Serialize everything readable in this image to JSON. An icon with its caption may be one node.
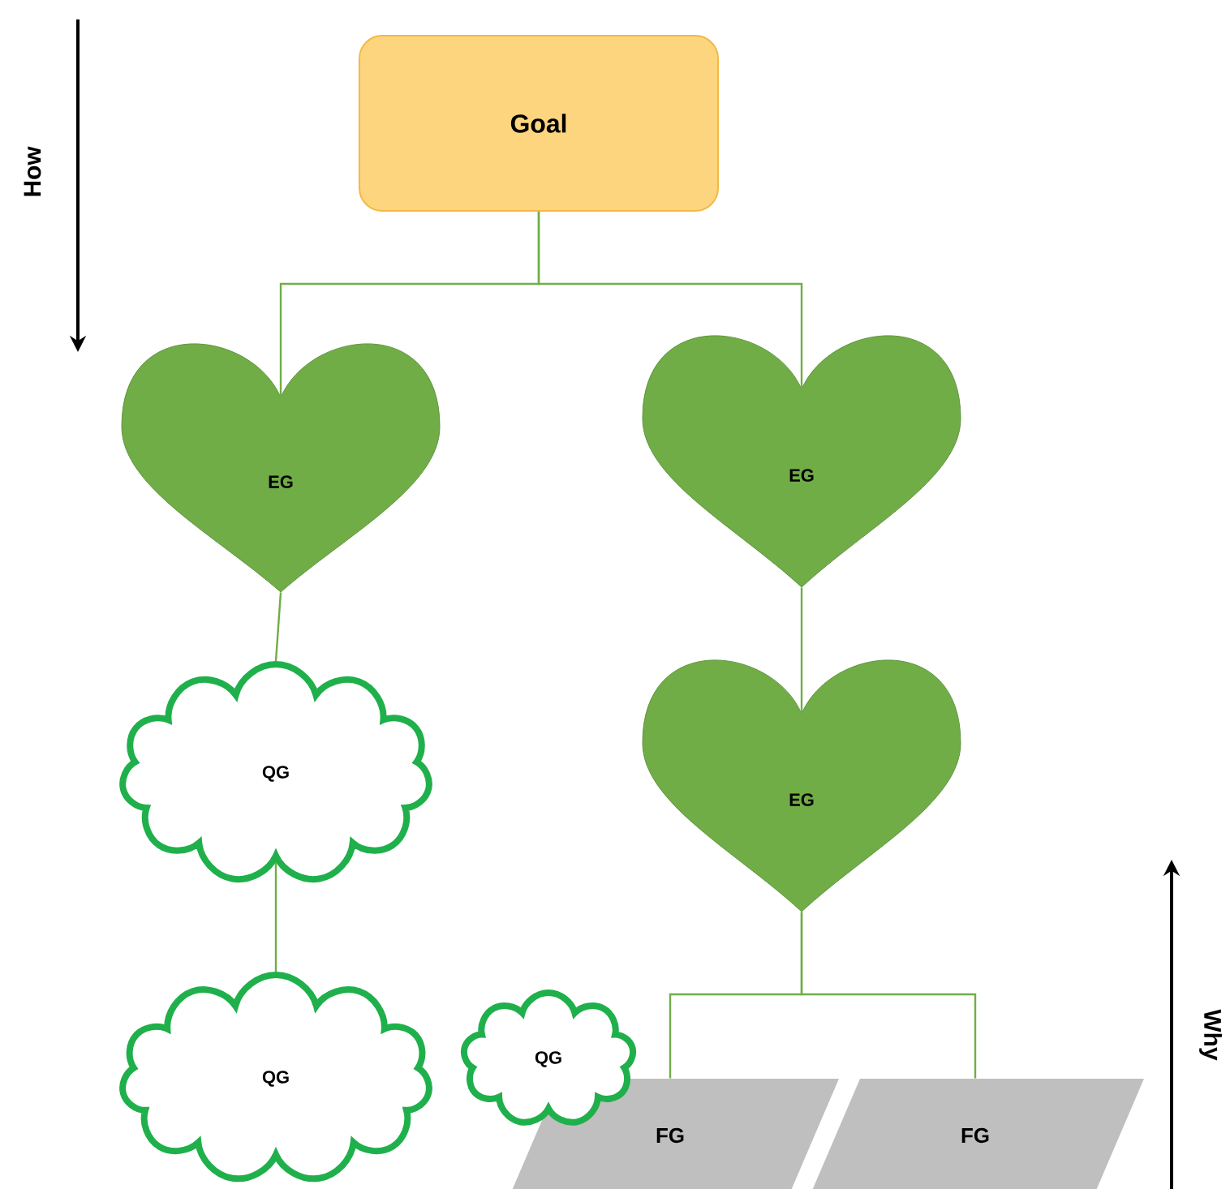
{
  "diagram": {
    "nodes": [
      {
        "text": [
          "Goal"
        ]
      },
      {
        "text": [
          "EG"
        ]
      },
      {
        "text": [
          "EG"
        ]
      },
      {
        "text": [
          "QG"
        ]
      },
      {
        "text": [
          "EG"
        ]
      },
      {
        "text": [
          "QG"
        ]
      },
      {
        "text": [
          "QG"
        ]
      },
      {
        "text": [
          "FG"
        ]
      },
      {
        "text": [
          "FG"
        ]
      }
    ],
    "edges": [
      {
        "from": 0,
        "to": 1,
        "arrow": "none"
      },
      {
        "from": 0,
        "to": 2,
        "arrow": "none"
      },
      {
        "from": 1,
        "to": 3,
        "arrow": "none"
      },
      {
        "from": 3,
        "to": 5,
        "arrow": "none"
      },
      {
        "from": 2,
        "to": 4,
        "arrow": "none"
      },
      {
        "from": 4,
        "to": 7,
        "arrow": "none"
      },
      {
        "from": 4,
        "to": 8,
        "arrow": "none"
      }
    ],
    "labels": [
      "How",
      "Why"
    ]
  }
}
